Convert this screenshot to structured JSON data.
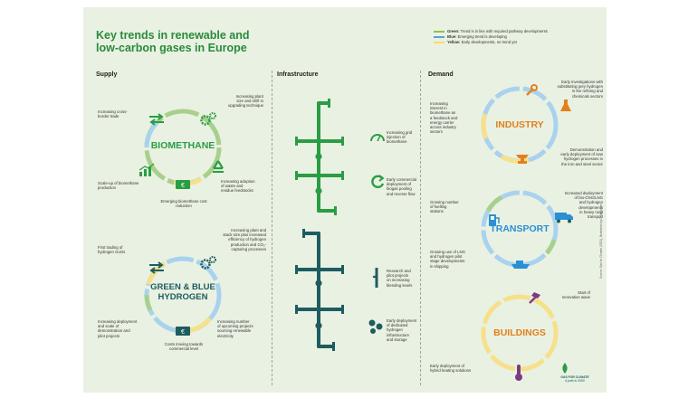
{
  "title_line1": "Key trends in renewable and",
  "title_line2": "low-carbon gases in Europe",
  "legend": {
    "green": {
      "label": "Green:",
      "text": "Trend is in line with required pathway developments",
      "color": "#8dc63f"
    },
    "blue": {
      "label": "Blue:",
      "text": "Emerging trend is developing",
      "color": "#5aa0d8"
    },
    "yellow": {
      "label": "Yellow:",
      "text": "Early developments, no trend yet",
      "color": "#ffd966"
    }
  },
  "sections": {
    "supply": "Supply",
    "infrastructure": "Infrastructure",
    "demand": "Demand"
  },
  "supply": {
    "biomethane": {
      "name": "BIOMETHANE",
      "labels": {
        "cross_border": "Increasing cross-\nborder trade",
        "plant_size": "Increasing plant\nsize and shift in\nupgrading technique",
        "scale_up": "Scale-up of biomethane\nproduction",
        "waste": "Increasing adoption\nof waste and\nresidue feedstocks",
        "cost": "Emerging biomethane cost\nreduction"
      }
    },
    "hydrogen": {
      "name_line1": "GREEN & BLUE",
      "name_line2": "HYDROGEN",
      "labels": {
        "stack": "Increasing plant and\nstack size plus increased\nefficiency of hydrogen\nproduction and CO₂-\ncapturing processes",
        "trading": "First trading of\nhydrogen GoOs",
        "deployment": "Increasing deployment\nand scale of\ndemonstration and\npilot projects",
        "upcoming": "Increasing number\nof upcoming projects\nsourcing renewable\nelectricity",
        "cost": "Costs moving towards\ncommercial level"
      }
    }
  },
  "infrastructure": {
    "labels": {
      "grid": "Increasing grid\ninjection of\nbiomethane",
      "pooling": "Early commercial\ndeployment of\nbiogas pooling\nand reverse flow",
      "blending": "Research and\npilot projects\non increasing\nblending levels",
      "dedicated": "Early deployment\nof dedicated\nhydrogen\ninfrastructure\nand storage"
    }
  },
  "demand": {
    "industry": {
      "name": "INDUSTRY",
      "labels": {
        "feedstock": "Increasing\ninterest in\nbiomethane as\na feedstock and\nenergy carrier\nacross industry\nsectors",
        "grey": "Early investigations with\nsubstituting grey hydrogen\nin the refining and\nchemicals sectors",
        "steel": "Demonstration and\nearly deployment of new\nhydrogen processes in\nthe iron and steel sector"
      }
    },
    "transport": {
      "name": "TRANSPORT",
      "labels": {
        "stations": "Growing number\nof fuelling\nstations",
        "road": "Increased deployment\nof bio-CNG/LNG\nand hydrogen\ndevelopments\nin heavy road\ntransport",
        "shipping": "Growing use of LNG\nand hydrogen pilot\nstage developments\nin shipping"
      }
    },
    "buildings": {
      "name": "BUILDINGS",
      "labels": {
        "renovation": "Start of\nrenovation wave",
        "hybrid": "Early deployment of\nhybrid heating solutions"
      }
    }
  },
  "logo": {
    "line1": "GAS FOR CLIMATE",
    "line2": "A path to 2050"
  },
  "source": "Source: Gas for Climate (2021), Illustration by Guidehouse",
  "colors": {
    "green": "#2a9d44",
    "teal": "#1d5c60",
    "orange": "#e2811c",
    "blue": "#2a8fd4",
    "purple": "#7c3a84",
    "ring_green": "#a8d08d",
    "ring_blue": "#a9d2ef",
    "ring_yellow": "#f7e08a"
  }
}
